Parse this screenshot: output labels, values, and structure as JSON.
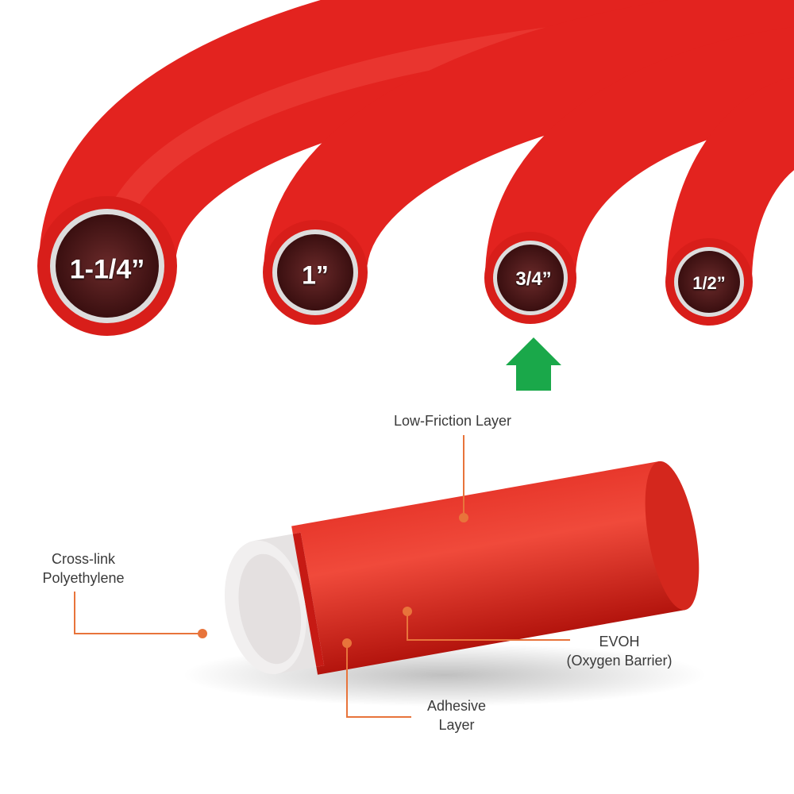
{
  "pipe_sizes": [
    "1-1/4”",
    "1”",
    "3/4”",
    "1/2”"
  ],
  "selected_size": "3/4”",
  "layers": {
    "low_friction": "Low-Friction Layer",
    "pex_line1": "Cross-link",
    "pex_line2": "Polyethylene",
    "evoh_line1": "EVOH",
    "evoh_line2": "(Oxygen Barrier)",
    "adhesive_line1": "Adhesive",
    "adhesive_line2": "Layer"
  },
  "colors": {
    "pipe": "#e3231f",
    "leader": "#e8743b",
    "arrow": "#1aa84a"
  }
}
